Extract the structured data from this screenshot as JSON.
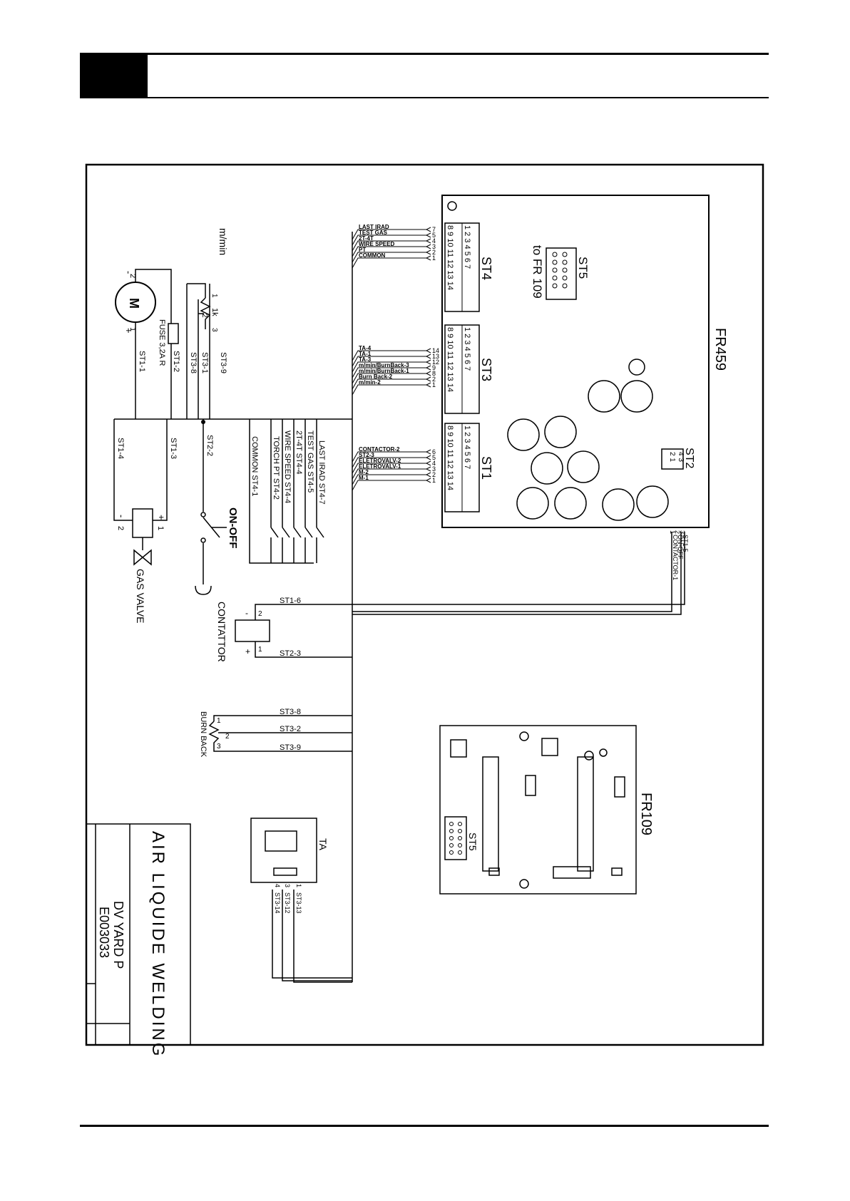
{
  "fr459": {
    "label": "FR459",
    "st4": {
      "label": "ST4",
      "pins_a": "1 2 3 4 5 6 7",
      "pins_b": "8 9 10 11 12 13 14",
      "wires": [
        {
          "text": "LAST IRAD",
          "pin": "7"
        },
        {
          "text": "TEST GAS",
          "pin": "5"
        },
        {
          "text": "2T-4T",
          "pin": "4"
        },
        {
          "text": "WIRE SPEED",
          "pin": "3"
        },
        {
          "text": "PT",
          "pin": "2"
        },
        {
          "text": "COMMON",
          "pin": "1"
        }
      ]
    },
    "st3": {
      "label": "ST3",
      "pins_a": "1 2 3 4 5 6 7",
      "pins_b": "8 9 10 11 12 13 14",
      "wires": [
        {
          "text": "TA-4",
          "pin": "14"
        },
        {
          "text": "TA-1",
          "pin": "13"
        },
        {
          "text": "TA-3",
          "pin": "12"
        },
        {
          "text": "m/min/BurnBack-3",
          "pin": "9"
        },
        {
          "text": "m/min/BurnBack-1",
          "pin": "8"
        },
        {
          "text": "Burn Back-2",
          "pin": "2"
        },
        {
          "text": "m/min-2",
          "pin": "1"
        }
      ]
    },
    "st1": {
      "label": "ST1",
      "pins_a": "1 2 3 4 5 6 7",
      "pins_b": "8 9 10 11 12 13 14",
      "wires": [
        {
          "text": "CONTACTOR-2",
          "pin": "6"
        },
        {
          "text": "ST2-3",
          "pin": "5"
        },
        {
          "text": "ELETROVALV-2",
          "pin": "4"
        },
        {
          "text": "ELETROVALV-1",
          "pin": "3"
        },
        {
          "text": "M-2",
          "pin": "2"
        },
        {
          "text": "M-1",
          "pin": "1"
        }
      ]
    },
    "st5": {
      "label": "ST5",
      "note": "to FR 109"
    },
    "st2": {
      "label": "ST2",
      "pins_a": "4 3",
      "pins_b": "2 1",
      "wires": [
        {
          "text": "ST1-5",
          "pin": "1"
        },
        {
          "text": "ON-OFF",
          "pin": "2"
        },
        {
          "text": "CONTACTOR-1",
          "pin": "3"
        }
      ]
    }
  },
  "motor": {
    "symbol": "M",
    "pin_neg": "2",
    "pin_pos": "1",
    "minus": "-",
    "plus": "+",
    "fuse": "FUSE 3,2A R",
    "wires": [
      "ST1-1",
      "ST1-2"
    ]
  },
  "pot_mmin": {
    "label": "m/min",
    "value": "1k",
    "pins": [
      "1",
      "2",
      "3"
    ],
    "wires": [
      "ST3-8",
      "ST3-1",
      "ST3-9"
    ]
  },
  "gas_valve": {
    "label": "GAS VALVE",
    "pin_neg": "2",
    "pin_pos": "1",
    "minus": "-",
    "plus": "+",
    "wires": [
      "ST1-4",
      "ST1-3"
    ]
  },
  "on_off": {
    "label": "ON-OFF",
    "wire": "ST2-2"
  },
  "torch_bus": {
    "labels": [
      "COMMON ST4-1",
      "TORCH PT ST4-2",
      "WIRE SPEED ST4-4",
      "2T-4T ST4-4",
      "TEST GAS ST4-5",
      "LAST IRAD ST4-7"
    ]
  },
  "contactor": {
    "label": "CONTATTOR",
    "pin_neg": "2",
    "pin_pos": "1",
    "minus": "-",
    "plus": "+",
    "wires": [
      "ST1-6",
      "ST2-3"
    ]
  },
  "burn_back": {
    "label": "BURN BACK",
    "pins": [
      "1",
      "2",
      "3"
    ],
    "wires": [
      "ST3-8",
      "ST3-2",
      "ST3-9"
    ]
  },
  "ta": {
    "label": "TA",
    "pins": [
      "4",
      "3",
      "1"
    ],
    "wires": [
      "ST3-14",
      "ST3-12",
      "ST3-13"
    ]
  },
  "fr109": {
    "label": "FR109",
    "connector": "ST5"
  },
  "title_block": {
    "company": "AIR LIQUIDE WELDING",
    "model": "DV YARD P",
    "code": "E003033"
  }
}
